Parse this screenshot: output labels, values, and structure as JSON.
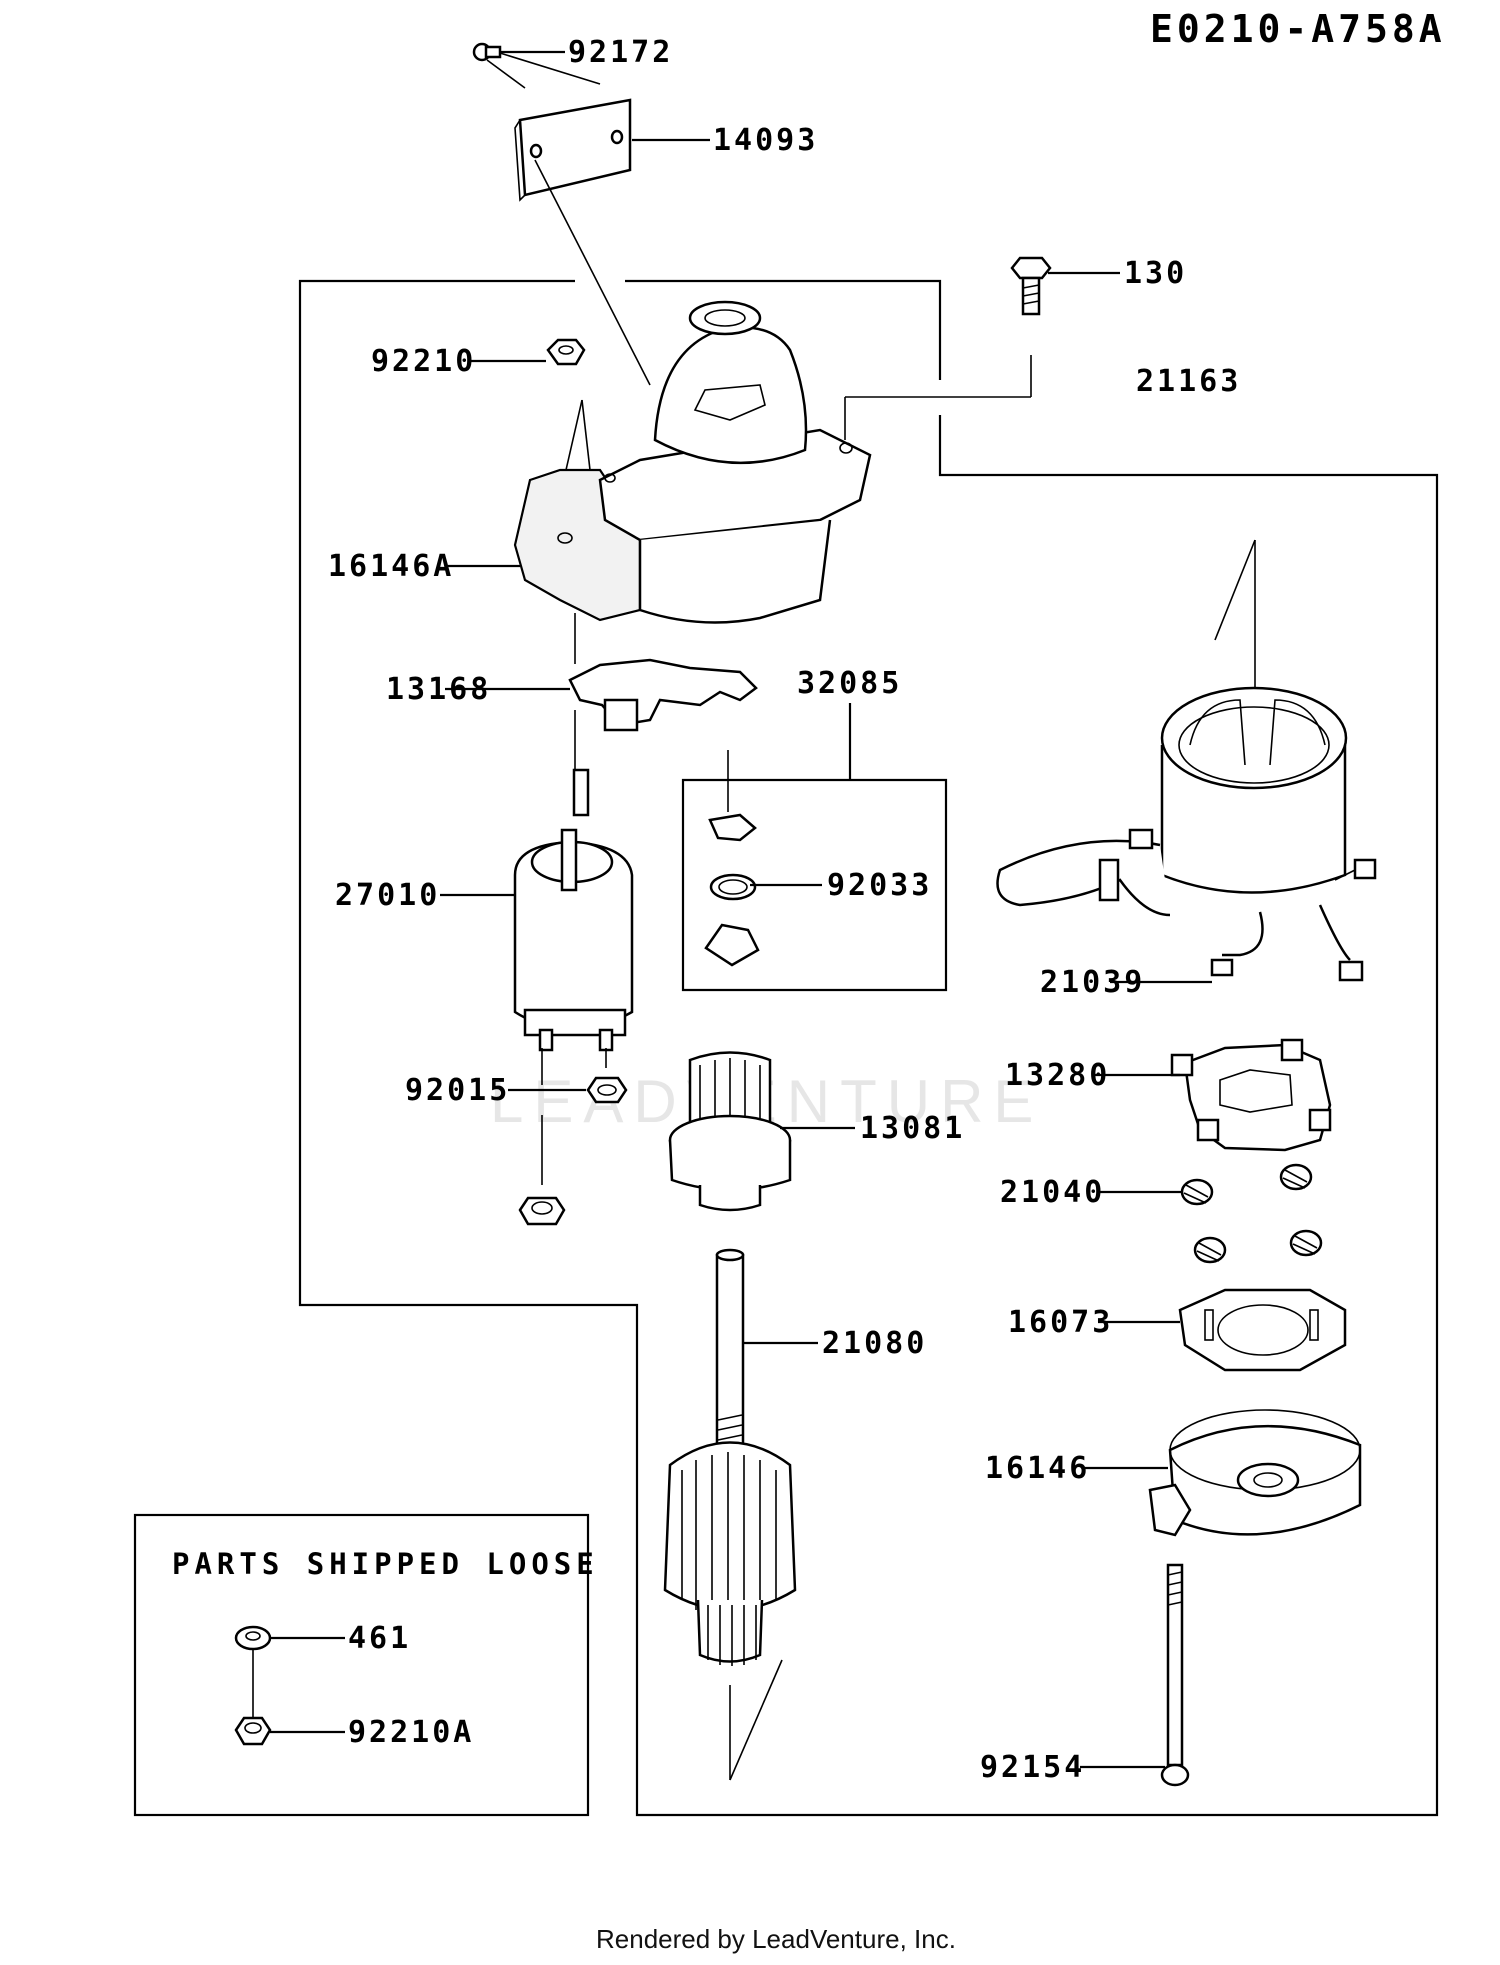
{
  "diagram_code": "E0210-A758A",
  "footer_text": "Rendered by LeadVenture, Inc.",
  "watermark_text": "LEADVENTURE",
  "loose_box": {
    "title": "PARTS SHIPPED LOOSE",
    "parts": [
      "461",
      "92210A"
    ]
  },
  "parts": {
    "p92172": "92172",
    "p14093": "14093",
    "p130": "130",
    "p21163": "21163",
    "p92210": "92210",
    "p16146A": "16146A",
    "p13168": "13168",
    "p32085": "32085",
    "p27010": "27010",
    "p92033": "92033",
    "p21039": "21039",
    "p13280": "13280",
    "p92015": "92015",
    "p13081": "13081",
    "p21040": "21040",
    "p16073": "16073",
    "p21080": "21080",
    "p16146": "16146",
    "p92154": "92154"
  }
}
